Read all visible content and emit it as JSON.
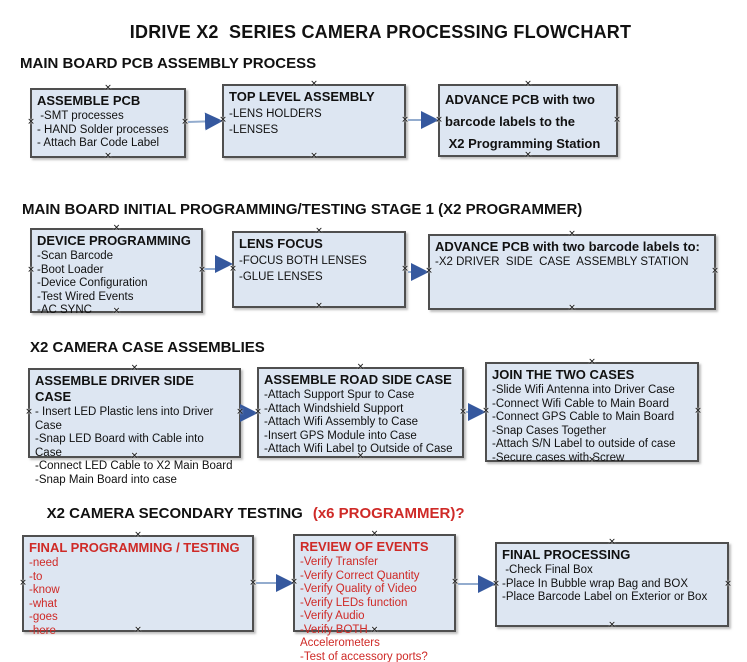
{
  "page_title": "IDRIVE X2  SERIES CAMERA PROCESSING FLOWCHART",
  "icons": {
    "connection_point": "✕"
  },
  "colors": {
    "box_fill": "#dde6f2",
    "box_border": "#4f4f4f",
    "text_black": "#111111",
    "text_red": "#cf2a27",
    "arrow_line": "#93acce",
    "arrow_head": "#35589e"
  },
  "sections": {
    "s1": {
      "heading": "MAIN BOARD PCB ASSEMBLY PROCESS"
    },
    "s2": {
      "heading": "MAIN BOARD INITIAL PROGRAMMING/TESTING STAGE 1 (X2 PROGRAMMER)"
    },
    "s3": {
      "heading": "X2 CAMERA CASE ASSEMBLIES"
    },
    "s4": {
      "heading_black": "X2 CAMERA SECONDARY TESTING",
      "heading_red": "(x6 PROGRAMMER)?"
    }
  },
  "boxes": {
    "assemble_pcb": {
      "title": "ASSEMBLE PCB",
      "items": [
        " -SMT processes",
        "- HAND Solder processes",
        "- Attach Bar Code Label"
      ]
    },
    "top_level_assembly": {
      "title": "TOP LEVEL ASSEMBLY",
      "items": [
        "-LENS HOLDERS",
        "-LENSES"
      ]
    },
    "advance_pcb_row1": {
      "lines": [
        "ADVANCE PCB with two",
        "barcode labels to the",
        " X2 Programming Station"
      ]
    },
    "device_programming": {
      "title": "DEVICE PROGRAMMING",
      "items": [
        "-Scan Barcode",
        "-Boot Loader",
        "-Device Configuration",
        "-Test Wired Events",
        "-AC SYNC"
      ]
    },
    "lens_focus": {
      "title": "LENS FOCUS",
      "items": [
        "-FOCUS BOTH LENSES",
        "-GLUE LENSES"
      ]
    },
    "advance_pcb_row2": {
      "title": "ADVANCE PCB with two barcode labels to:",
      "items": [
        "-X2 DRIVER  SIDE  CASE  ASSEMBLY STATION"
      ]
    },
    "driver_side_case": {
      "title": "ASSEMBLE DRIVER SIDE CASE",
      "items": [
        "- Insert LED Plastic lens into Driver Case",
        "-Snap LED Board with Cable into Case",
        "-Connect LED Cable to X2 Main Board",
        "-Snap Main Board into case"
      ]
    },
    "road_side_case": {
      "title": "ASSEMBLE ROAD SIDE CASE",
      "items": [
        "-Attach Support Spur to Case",
        "-Attach Windshield Support",
        "-Attach Wifi Assembly to Case",
        "-Insert GPS Module into Case",
        "-Attach Wifi Label to Outside of Case"
      ]
    },
    "join_cases": {
      "title": "JOIN THE TWO CASES",
      "items": [
        "-Slide Wifi Antenna into Driver Case",
        "-Connect Wifi Cable to Main Board",
        "-Connect GPS Cable to Main Board",
        "-Snap Cases Together",
        "-Attach S/N Label to outside of case",
        "-Secure cases with Screw"
      ]
    },
    "final_programming": {
      "title": "FINAL PROGRAMMING / TESTING",
      "items": [
        "-need",
        "-to",
        "-know",
        "-what",
        "-goes",
        "-here"
      ]
    },
    "review_events": {
      "title": "REVIEW OF EVENTS",
      "items": [
        "-Verify Transfer",
        "-Verify Correct Quantity",
        "-Verify Quality of Video",
        "-Verify LEDs function",
        "-Verify Audio",
        "-Verify BOTH Accelerometers",
        "-Test of accessory ports?"
      ]
    },
    "final_processing": {
      "title": "FINAL PROCESSING",
      "items": [
        " -Check Final Box",
        "-Place In Bubble wrap Bag and BOX",
        "-Place Barcode Label on Exterior or Box"
      ]
    }
  }
}
